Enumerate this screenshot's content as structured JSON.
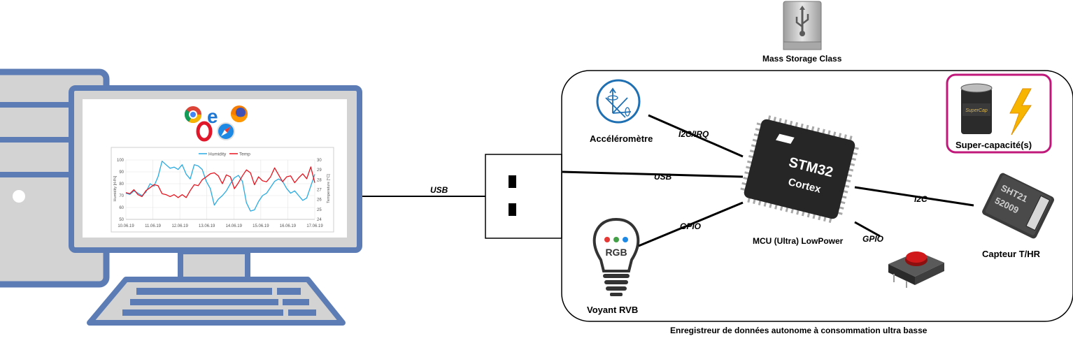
{
  "nodes": {
    "mass_storage": "Mass Storage Class",
    "accelerometer": "Accéléromètre",
    "supercap": "Super-capacité(s)",
    "mcu": "MCU (Ultra) LowPower",
    "sensor": "Capteur T/HR",
    "led": "Voyant RVB",
    "led_text": "RGB",
    "datalogger": "Enregistreur de données autonome à consommation ultra basse"
  },
  "edges": {
    "usb_host": "USB",
    "usb_internal": "USB",
    "i2c_irq": "I2C/IRQ",
    "gpio_led": "GPIO",
    "i2c_sensor": "I2C",
    "gpio_button": "GPIO"
  },
  "chip": {
    "brand": "STM32",
    "core": "Cortex"
  },
  "sensor_chip": {
    "line1": "SHT21",
    "line2": "52009"
  },
  "colors": {
    "computer": "#5c7cb5",
    "computer_fill": "#d0d0d0",
    "humidity": "#29abe2",
    "temp": "#e8141f",
    "supercap_border": "#c0187a",
    "accel_icon": "#1f6fb3"
  },
  "chart_data": {
    "type": "line",
    "title": "",
    "legend_placement": "top",
    "series": [
      {
        "name": "Humidity",
        "axis": "left",
        "values": [
          72,
          71,
          74,
          72,
          70,
          73,
          80,
          78,
          86,
          99,
          96,
          93,
          94,
          92,
          96,
          88,
          84,
          96,
          95,
          92,
          82,
          76,
          62,
          67,
          70,
          74,
          80,
          85,
          87,
          82,
          64,
          57,
          58,
          65,
          70,
          72,
          77,
          82,
          84,
          82,
          76,
          72,
          74,
          70,
          66,
          68,
          78,
          88
        ]
      },
      {
        "name": "Temp",
        "axis": "right",
        "values": [
          26.7,
          26.6,
          27.0,
          26.5,
          26.3,
          26.9,
          27.2,
          27.5,
          27.4,
          26.6,
          26.5,
          26.3,
          26.5,
          26.2,
          26.5,
          26.2,
          26.9,
          27.5,
          27.4,
          28.0,
          28.3,
          28.6,
          28.7,
          28.4,
          27.6,
          28.5,
          28.3,
          27.1,
          27.7,
          28.4,
          29.0,
          28.7,
          27.5,
          28.3,
          27.9,
          27.8,
          28.3,
          29.2,
          28.5,
          27.8,
          28.3,
          28.4,
          27.7,
          28.2,
          28.6,
          28.1,
          29.3,
          27.7
        ]
      }
    ],
    "x_ticks": [
      "10.06.19",
      "11.06.19",
      "12.06.19",
      "13.06.19",
      "14.06.19",
      "15.06.19",
      "16.06.19",
      "17.06.19"
    ],
    "y_left_ticks": [
      "50",
      "60",
      "70",
      "80",
      "90",
      "100"
    ],
    "y_right_ticks": [
      "24",
      "25",
      "26",
      "27",
      "28",
      "29",
      "30"
    ],
    "ylim_left": [
      50,
      100
    ],
    "ylim_right": [
      24,
      30
    ],
    "ylabel_left": "Humidity [rH%]",
    "ylabel_right": "Temperature [°C]",
    "grid": true
  }
}
